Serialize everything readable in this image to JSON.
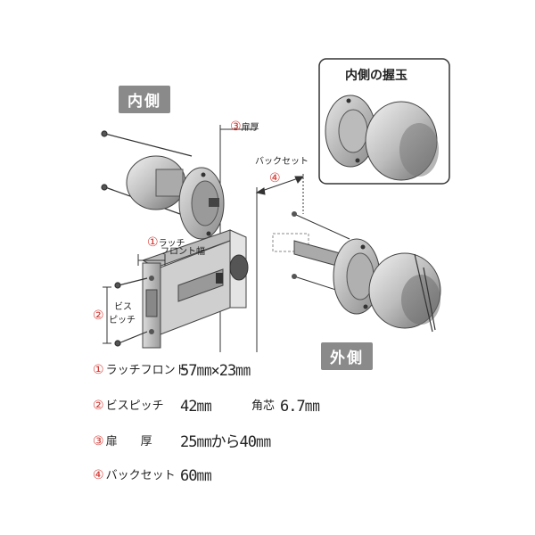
{
  "labels": {
    "inside": "内側",
    "outside": "外側",
    "inset_title": "内側の握玉"
  },
  "callouts": {
    "door_thickness": {
      "num": "③",
      "text": "扉厚"
    },
    "backset": {
      "num": "④",
      "text": "バックセット"
    },
    "latch_front": {
      "num": "①",
      "line1": "ラッチ",
      "line2": "フロント幅"
    },
    "screw_pitch": {
      "num": "②",
      "line1": "ビス",
      "line2": "ピッチ"
    }
  },
  "specs": [
    {
      "num": "①",
      "name": "ラッチフロント",
      "value": "57㎜×23㎜"
    },
    {
      "num": "②",
      "name": "ビスピッチ",
      "value": "42㎜",
      "extra_label": "角芯",
      "extra_value": "6.7㎜"
    },
    {
      "num": "③",
      "name": "扉　　厚",
      "value": "25㎜から40㎜"
    },
    {
      "num": "④",
      "name": "バックセット",
      "value": "60㎜"
    }
  ],
  "colors": {
    "accent": "#d4322c",
    "tag_bg": "#8a8a8a"
  }
}
